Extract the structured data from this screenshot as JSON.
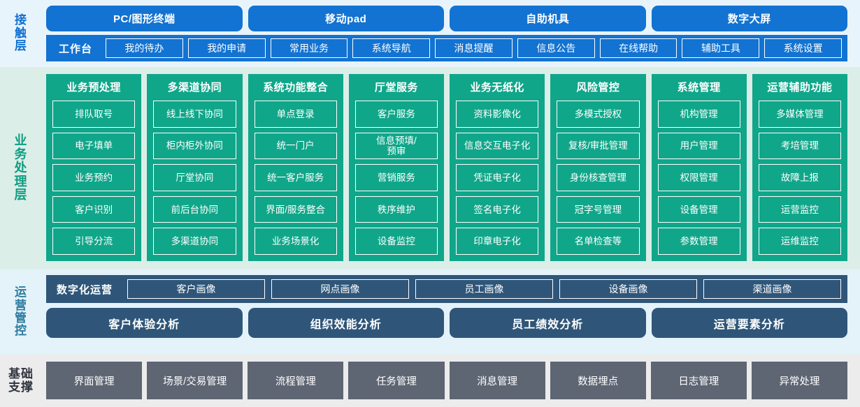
{
  "layers": {
    "contact": {
      "label_chars": [
        "接",
        "触",
        "层"
      ],
      "terminals": [
        {
          "label": "PC/图形终端"
        },
        {
          "label": "移动pad"
        },
        {
          "label": "自助机具"
        },
        {
          "label": "数字大屏"
        }
      ],
      "workbench_title": "工作台",
      "workbench_items": [
        {
          "label": "我的待办"
        },
        {
          "label": "我的申请"
        },
        {
          "label": "常用业务"
        },
        {
          "label": "系统导航"
        },
        {
          "label": "消息提醒"
        },
        {
          "label": "信息公告"
        },
        {
          "label": "在线帮助"
        },
        {
          "label": "辅助工具"
        },
        {
          "label": "系统设置"
        }
      ]
    },
    "business": {
      "label_chars": [
        "业",
        "务",
        "处",
        "理",
        "层"
      ],
      "columns": [
        {
          "title": "业务预处理",
          "items": [
            "排队取号",
            "电子填单",
            "业务预约",
            "客户识别",
            "引导分流"
          ]
        },
        {
          "title": "多渠道协同",
          "items": [
            "线上线下协同",
            "柜内柜外协同",
            "厅堂协同",
            "前后台协同",
            "多渠道协同"
          ]
        },
        {
          "title": "系统功能整合",
          "items": [
            "单点登录",
            "统一门户",
            "统一客户服务",
            "界面/服务整合",
            "业务场景化"
          ]
        },
        {
          "title": "厅堂服务",
          "items": [
            "客户服务",
            "信息预填/\n预审",
            "营销服务",
            "秩序维护",
            "设备监控"
          ]
        },
        {
          "title": "业务无纸化",
          "items": [
            "资料影像化",
            "信息交互电子化",
            "凭证电子化",
            "签名电子化",
            "印章电子化"
          ]
        },
        {
          "title": "风险管控",
          "items": [
            "多模式授权",
            "复核/审批管理",
            "身份核查管理",
            "冠字号管理",
            "名单检查等"
          ]
        },
        {
          "title": "系统管理",
          "items": [
            "机构管理",
            "用户管理",
            "权限管理",
            "设备管理",
            "参数管理"
          ]
        },
        {
          "title": "运营辅助功能",
          "items": [
            "多媒体管理",
            "考培管理",
            "故障上报",
            "运营监控",
            "运维监控"
          ]
        }
      ]
    },
    "operations": {
      "label_chars": [
        "运",
        "营",
        "管",
        "控"
      ],
      "digital_ops_title": "数字化运营",
      "portraits": [
        {
          "label": "客户画像"
        },
        {
          "label": "网点画像"
        },
        {
          "label": "员工画像"
        },
        {
          "label": "设备画像"
        },
        {
          "label": "渠道画像"
        }
      ],
      "analyses": [
        {
          "label": "客户体验分析"
        },
        {
          "label": "组织效能分析"
        },
        {
          "label": "员工绩效分析"
        },
        {
          "label": "运营要素分析"
        }
      ]
    },
    "foundation": {
      "label_lines": [
        "基础",
        "支撑"
      ],
      "items": [
        {
          "label": "界面管理"
        },
        {
          "label": "场景/交易管理"
        },
        {
          "label": "流程管理"
        },
        {
          "label": "任务管理"
        },
        {
          "label": "消息管理"
        },
        {
          "label": "数据埋点"
        },
        {
          "label": "日志管理"
        },
        {
          "label": "异常处理"
        }
      ]
    }
  },
  "colors": {
    "contact_bg": "#e8f4fb",
    "contact_blue": "#1273d2",
    "business_bg": "#dceee8",
    "business_teal": "#10a68a",
    "ops_bg": "#e4f3f9",
    "ops_navy": "#2f5679",
    "foundation_bg": "#ececec",
    "foundation_gray": "#5e6573"
  }
}
